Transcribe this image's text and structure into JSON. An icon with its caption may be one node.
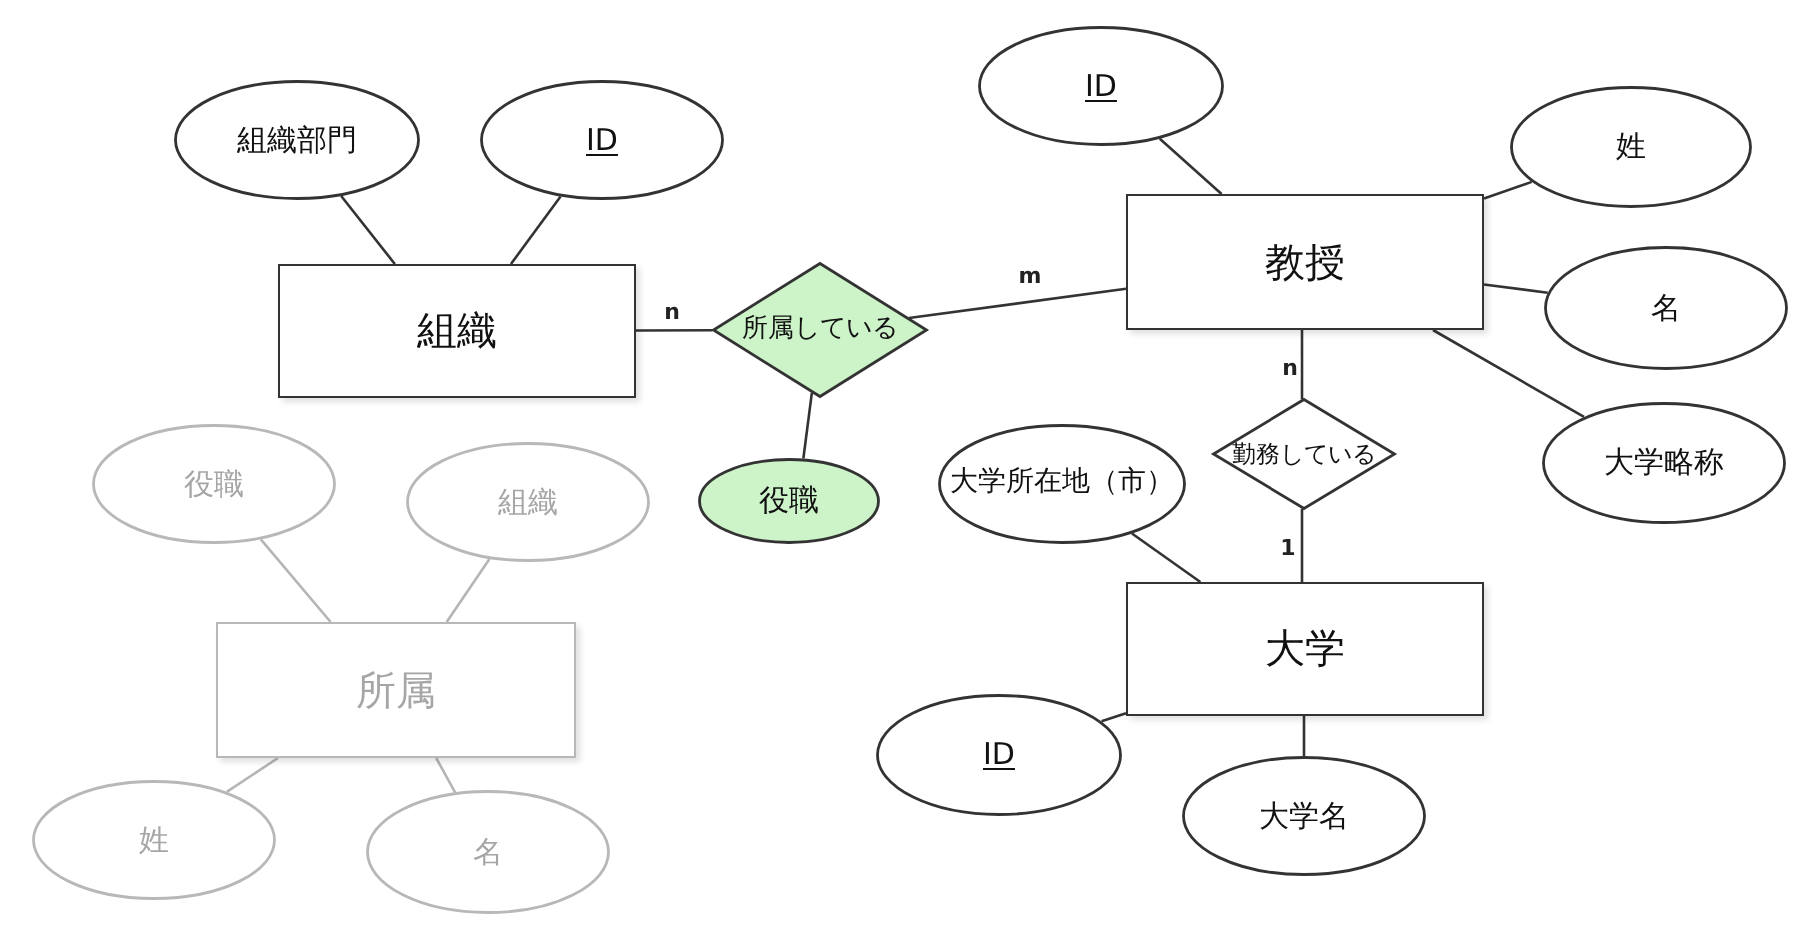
{
  "diagram": {
    "nodes": [
      {
        "text": [
          "組織部門"
        ]
      },
      {
        "text": [
          "ID"
        ]
      },
      {
        "text": [
          "組織"
        ]
      },
      {
        "text": [
          "所属している"
        ]
      },
      {
        "text": [
          "役職"
        ]
      },
      {
        "text": [
          "ID"
        ]
      },
      {
        "text": [
          "教授"
        ]
      },
      {
        "text": [
          "姓"
        ]
      },
      {
        "text": [
          "名"
        ]
      },
      {
        "text": [
          "大学略称"
        ]
      },
      {
        "text": [
          "勤務している"
        ]
      },
      {
        "text": [
          "大学所在地（市）"
        ]
      },
      {
        "text": [
          "大学"
        ]
      },
      {
        "text": [
          "ID"
        ]
      },
      {
        "text": [
          "大学名"
        ]
      },
      {
        "text": [
          "役職"
        ]
      },
      {
        "text": [
          "組織"
        ]
      },
      {
        "text": [
          "所属"
        ]
      },
      {
        "text": [
          "姓"
        ]
      },
      {
        "text": [
          "名"
        ]
      }
    ],
    "edges": [
      {
        "from": 2,
        "to": 0,
        "arrow": "none"
      },
      {
        "from": 2,
        "to": 1,
        "arrow": "none"
      },
      {
        "from": 2,
        "to": 3,
        "arrow": "none",
        "label": "n"
      },
      {
        "from": 3,
        "to": 6,
        "arrow": "none",
        "label": "m"
      },
      {
        "from": 3,
        "to": 4,
        "arrow": "none"
      },
      {
        "from": 6,
        "to": 5,
        "arrow": "none"
      },
      {
        "from": 6,
        "to": 7,
        "arrow": "none"
      },
      {
        "from": 6,
        "to": 8,
        "arrow": "none"
      },
      {
        "from": 6,
        "to": 9,
        "arrow": "none"
      },
      {
        "from": 6,
        "to": 10,
        "arrow": "none",
        "label": "n"
      },
      {
        "from": 10,
        "to": 12,
        "arrow": "none",
        "label": "1"
      },
      {
        "from": 12,
        "to": 11,
        "arrow": "none"
      },
      {
        "from": 12,
        "to": 13,
        "arrow": "none"
      },
      {
        "from": 12,
        "to": 14,
        "arrow": "none"
      },
      {
        "from": 17,
        "to": 15,
        "arrow": "none",
        "color": "#b5b5b5"
      },
      {
        "from": 17,
        "to": 16,
        "arrow": "none",
        "color": "#b5b5b5"
      },
      {
        "from": 17,
        "to": 18,
        "arrow": "none",
        "color": "#b5b5b5"
      },
      {
        "from": 17,
        "to": 19,
        "arrow": "none",
        "color": "#b5b5b5"
      }
    ]
  }
}
